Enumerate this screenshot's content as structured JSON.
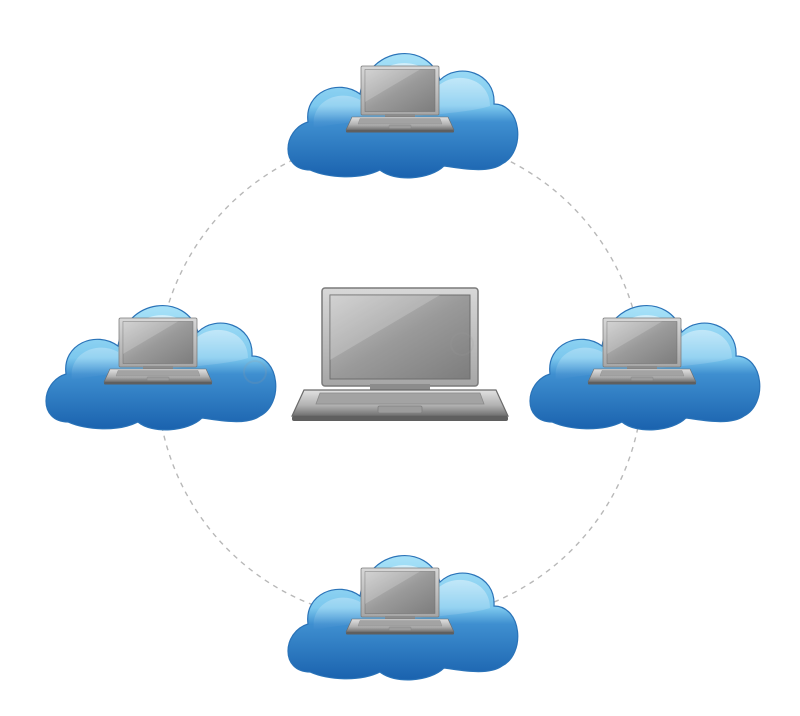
{
  "diagram": {
    "type": "network",
    "center": {
      "node": "laptop"
    },
    "nodes": [
      {
        "id": "top",
        "shape": "cloud",
        "contains": "laptop"
      },
      {
        "id": "left",
        "shape": "cloud",
        "contains": "laptop"
      },
      {
        "id": "right",
        "shape": "cloud",
        "contains": "laptop"
      },
      {
        "id": "bottom",
        "shape": "cloud",
        "contains": "laptop"
      }
    ],
    "connector": {
      "style": "dashed",
      "shape": "circle",
      "color": "#b8b8b8"
    },
    "colors": {
      "cloud_light": "#9fdcf6",
      "cloud_dark": "#1f6fb8",
      "laptop_body": "#9a9a9a",
      "laptop_screen": "#8a8a8a"
    }
  }
}
